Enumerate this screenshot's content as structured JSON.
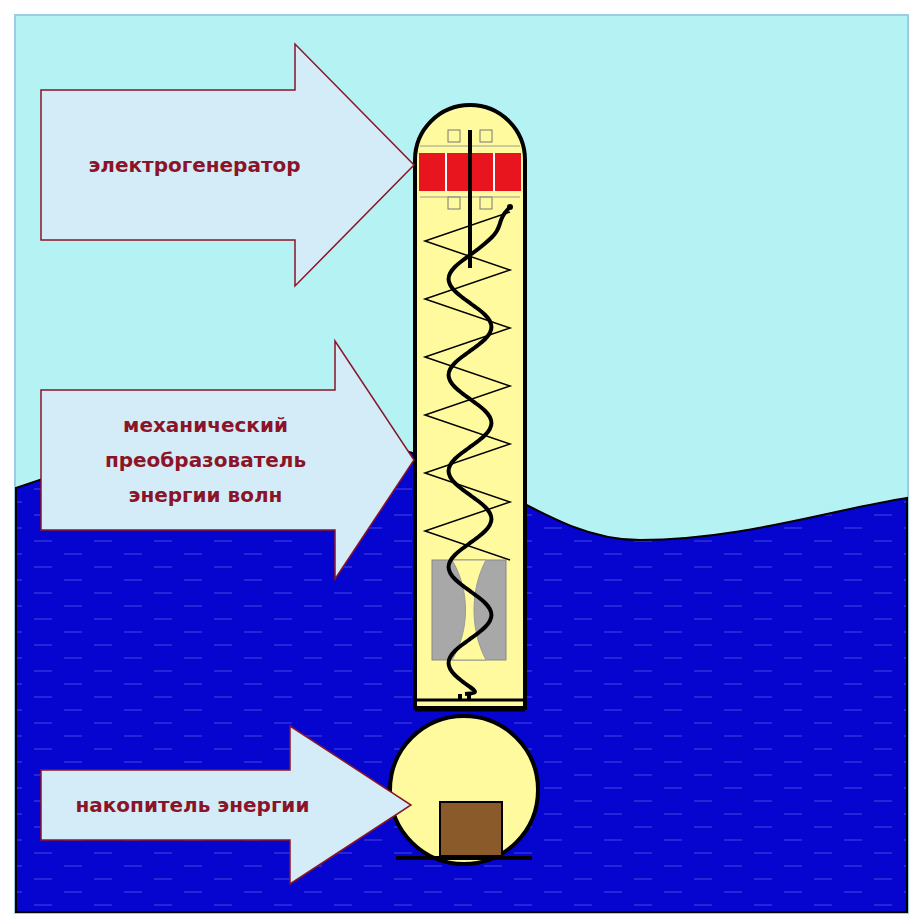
{
  "diagram": {
    "nodes": [
      {
        "text": [
          "электрогенератор"
        ]
      },
      {
        "text": [
          "механический преобразователь энергии волн"
        ]
      },
      {
        "text": [
          "накопитель энергии"
        ]
      }
    ]
  }
}
